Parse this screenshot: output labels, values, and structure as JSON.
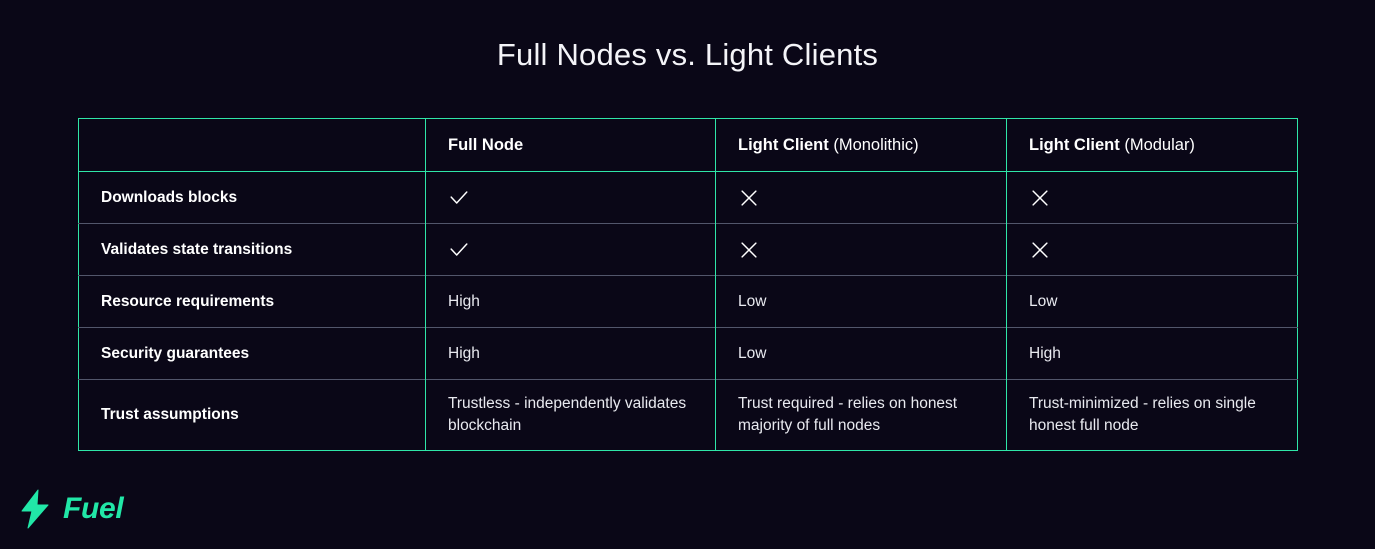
{
  "page": {
    "title": "Full Nodes vs. Light Clients",
    "background_color": "#0a0717",
    "accent_color": "#2fe6a8",
    "row_divider_color": "#52566b",
    "text_color": "#ffffff"
  },
  "table": {
    "headers": [
      {
        "strong": "",
        "light": ""
      },
      {
        "strong": "Full Node",
        "light": ""
      },
      {
        "strong": "Light Client",
        "light": "(Monolithic)"
      },
      {
        "strong": "Light Client",
        "light": "(Modular)"
      }
    ],
    "rows": [
      {
        "label": "Downloads blocks",
        "full_node": "check",
        "light_monolithic": "cross",
        "light_modular": "cross",
        "type": "icon"
      },
      {
        "label": "Validates state transitions",
        "full_node": "check",
        "light_monolithic": "cross",
        "light_modular": "cross",
        "type": "icon"
      },
      {
        "label": "Resource requirements",
        "full_node": "High",
        "light_monolithic": "Low",
        "light_modular": "Low",
        "type": "text"
      },
      {
        "label": "Security guarantees",
        "full_node": "High",
        "light_monolithic": "Low",
        "light_modular": "High",
        "type": "text"
      },
      {
        "label": "Trust assumptions",
        "full_node": "Trustless - independently validates blockchain",
        "light_monolithic": "Trust required - relies on honest majority of full nodes",
        "light_modular": "Trust-minimized - relies on single honest full node",
        "type": "text"
      }
    ]
  },
  "brand": {
    "name": "Fuel",
    "icon": "lightning-bolt-icon",
    "color": "#21e7a7"
  }
}
